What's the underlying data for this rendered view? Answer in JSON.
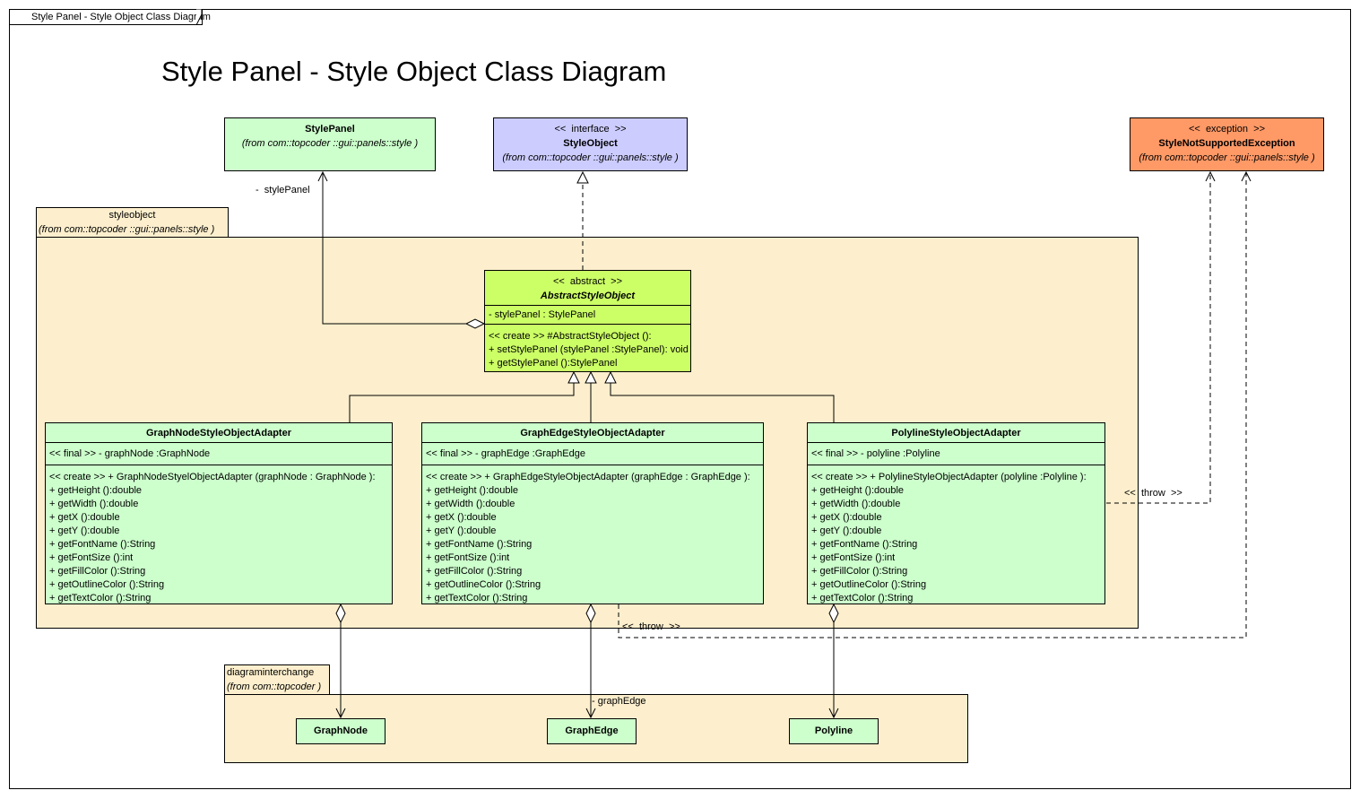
{
  "frame_tab": "Style Panel - Style Object Class Diagram",
  "title": "Style Panel - Style Object Class Diagram",
  "style_panel": {
    "name": "StylePanel",
    "from": "(from   com::topcoder  ::gui::panels::style )"
  },
  "style_object": {
    "stereotype": "<<  interface  >>",
    "name": "StyleObject",
    "from": "(from  com::topcoder  ::gui::panels::style )"
  },
  "exception": {
    "stereotype": "<<  exception  >>",
    "name": "StyleNotSupportedException",
    "from": "(from  com::topcoder  ::gui::panels::style )"
  },
  "pkg_styleobject": {
    "name": "styleobject",
    "from": "(from  com::topcoder  ::gui::panels::style )"
  },
  "pkg_diagram": {
    "name": "diagraminterchange",
    "from": "(from  com::topcoder  )"
  },
  "abstract": {
    "stereotype": "<<  abstract  >>",
    "name": "AbstractStyleObject",
    "attributes": [
      "- stylePanel : StylePanel"
    ],
    "operations": [
      "<<  create  >>  #AbstractStyleObject  ():",
      "+ setStylePanel (stylePanel :StylePanel): void",
      "+ getStylePanel ():StylePanel"
    ]
  },
  "adapters": [
    {
      "name": "GraphNodeStyleObjectAdapter",
      "attributes": [
        "<<  final  >> - graphNode :GraphNode"
      ],
      "operations": [
        "<<  create  >>  + GraphNodeStyelObjectAdapter   (graphNode : GraphNode ):",
        "+ getHeight ():double",
        "+ getWidth ():double",
        "+ getX ():double",
        "+ getY ():double",
        "+ getFontName ():String",
        "+ getFontSize ():int",
        "+ getFillColor ():String",
        "+ getOutlineColor  ():String",
        "+ getTextColor  ():String"
      ]
    },
    {
      "name": "GraphEdgeStyleObjectAdapter",
      "attributes": [
        "<<  final  >> - graphEdge :GraphEdge"
      ],
      "operations": [
        "<<  create  >>  + GraphEdgeStyleObjectAdapter   (graphEdge : GraphEdge ):",
        "+ getHeight ():double",
        "+ getWidth ():double",
        "+ getX ():double",
        "+ getY ():double",
        "+ getFontName ():String",
        "+ getFontSize ():int",
        "+ getFillColor ():String",
        "+ getOutlineColor  ():String",
        "+ getTextColor  ():String"
      ]
    },
    {
      "name": "PolylineStyleObjectAdapter",
      "attributes": [
        "<<  final  >> - polyline :Polyline"
      ],
      "operations": [
        "<<  create  >>  + PolylineStyleObjectAdapter   (polyline :Polyline ):",
        "+ getHeight ():double",
        "+ getWidth ():double",
        "+ getX ():double",
        "+ getY ():double",
        "+ getFontName ():String",
        "+ getFontSize ():int",
        "+ getFillColor ():String",
        "+ getOutlineColor  ():String",
        "+ getTextColor  ():String"
      ]
    }
  ],
  "di_classes": [
    "GraphNode",
    "GraphEdge",
    "Polyline"
  ],
  "labels": {
    "style_panel_role": "-  stylePanel",
    "throw1": "<<  throw  >>",
    "throw2": "<<  throw  >>",
    "graph_edge_role": "- graphEdge"
  },
  "colors": {
    "green": "#ccffcc",
    "lime": "#ccff66",
    "blue": "#ccccff",
    "salmon": "#ff9966",
    "package": "#fdefcd"
  }
}
